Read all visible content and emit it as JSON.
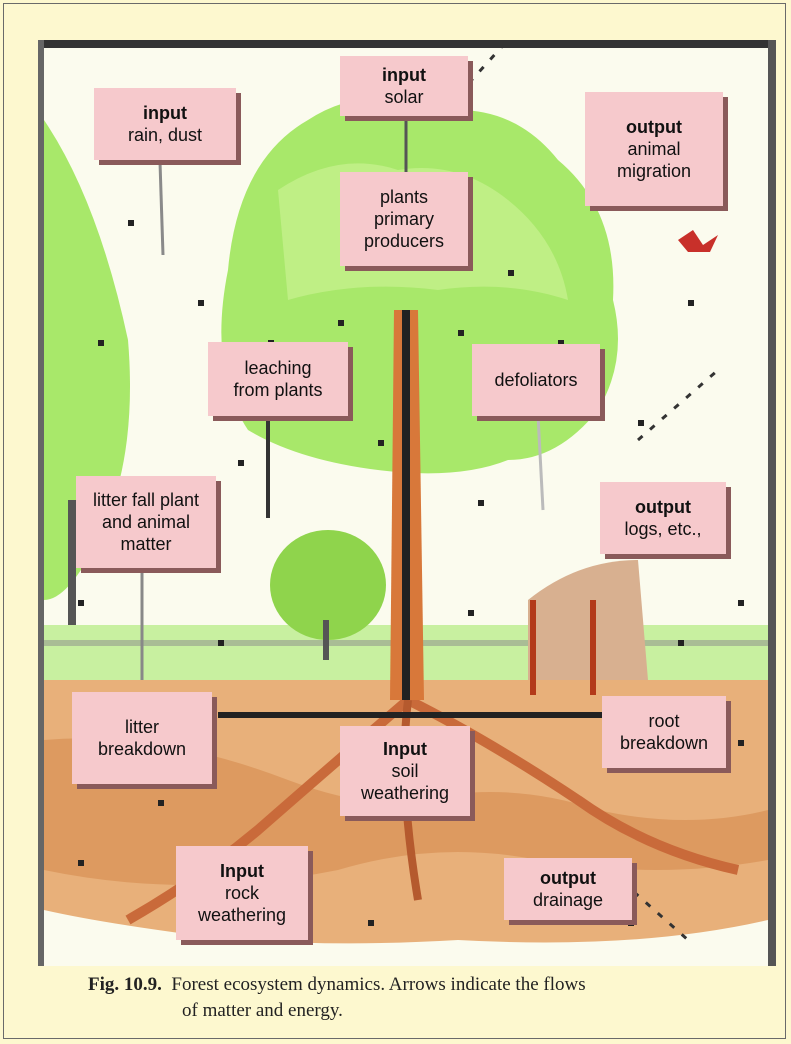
{
  "boxes": {
    "input_rain": {
      "heading": "input",
      "text": "rain, dust"
    },
    "input_solar": {
      "heading": "input",
      "text": "solar"
    },
    "output_animal": {
      "heading": "output",
      "line1": "animal",
      "line2": "migration"
    },
    "plants": {
      "line1": "plants",
      "line2": "primary",
      "line3": "producers"
    },
    "leaching": {
      "line1": "leaching",
      "line2": "from plants"
    },
    "defoliators": {
      "text": "defoliators"
    },
    "litter_fall": {
      "line1": "litter fall plant",
      "line2": "and animal",
      "line3": "matter"
    },
    "output_logs": {
      "heading": "output",
      "text": "logs, etc.,"
    },
    "litter_breakdown": {
      "line1": "litter",
      "line2": "breakdown"
    },
    "root_breakdown": {
      "line1": "root",
      "line2": "breakdown"
    },
    "input_soil": {
      "heading": "Input",
      "line1": "soil",
      "line2": "weathering"
    },
    "input_rock": {
      "heading": "Input",
      "line1": "rock",
      "line2": "weathering"
    },
    "output_drainage": {
      "heading": "output",
      "text": "drainage"
    }
  },
  "caption": {
    "figure_label": "Fig. 10.9.",
    "text_line1": "Forest ecosystem dynamics. Arrows indicate the flows",
    "text_line2": "of matter and energy."
  },
  "colors": {
    "background": "#fdf8cf",
    "box_fill": "#f6c9cc",
    "box_shadow": "#8a5a5a",
    "foliage": "#a8e86a",
    "soil": "#d9955a",
    "trunk": "#d8783a"
  }
}
